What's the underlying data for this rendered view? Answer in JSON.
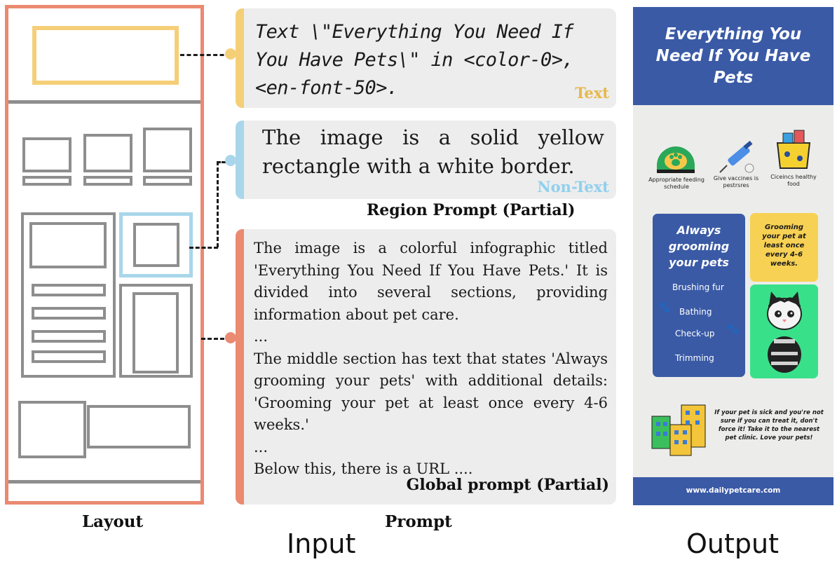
{
  "layout_panel": {
    "label": "Layout"
  },
  "prompt_panel": {
    "label": "Prompt",
    "text_prompt": "Text \\\"Everything You Need If You Have Pets\\\" in <color-0>, <en-font-50>.",
    "text_tag": "Text",
    "nontext_prompt": "The image is a solid yellow rectangle with a white border.",
    "nontext_tag": "Non-Text",
    "region_caption": "Region Prompt (Partial)",
    "global_prompt_lines": [
      "The image is a colorful infographic titled 'Everything You Need If You Have Pets.' It is divided into several sections, providing information about pet care.",
      "...",
      "The middle section has text that states 'Always grooming your pets' with additional details: 'Grooming your pet at least once every 4-6 weeks.'",
      "...",
      "Below this, there is a URL ...."
    ],
    "global_caption": "Global prompt (Partial)"
  },
  "output": {
    "title": "Everything You Need If You Have Pets",
    "icons": [
      {
        "icon": "bowl-icon",
        "caption": "Appropriate feeding schedule"
      },
      {
        "icon": "syringe-icon",
        "caption": "Give vaccines is pestrsres"
      },
      {
        "icon": "food-basket-icon",
        "caption": "Ciceincs healthy food"
      }
    ],
    "grooming_title": "Always grooming your pets",
    "grooming_items": [
      "Brushing fur",
      "Bathing",
      "Check-up",
      "Trimming"
    ],
    "yellow_note": "Grooming your pet at least once every 4-6 weeks.",
    "clinic_note": "If your pet is sick and you're not sure if you can treat it, don't force it! Take it to the nearest pet clinic. Love your pets!",
    "url": "www.dailypetcare.com"
  },
  "bottom_labels": {
    "input": "Input",
    "output": "Output"
  },
  "colors": {
    "layout_border": "#ea8a70",
    "text_accent": "#f5cf78",
    "text_tag": "#e8b84a",
    "nontext_accent": "#a9d6ea",
    "nontext_tag": "#8fd0ee",
    "global_accent": "#ea8a70",
    "poster_blue": "#3a5aa6",
    "poster_yellow": "#f7d153",
    "poster_green": "#39e08a"
  }
}
